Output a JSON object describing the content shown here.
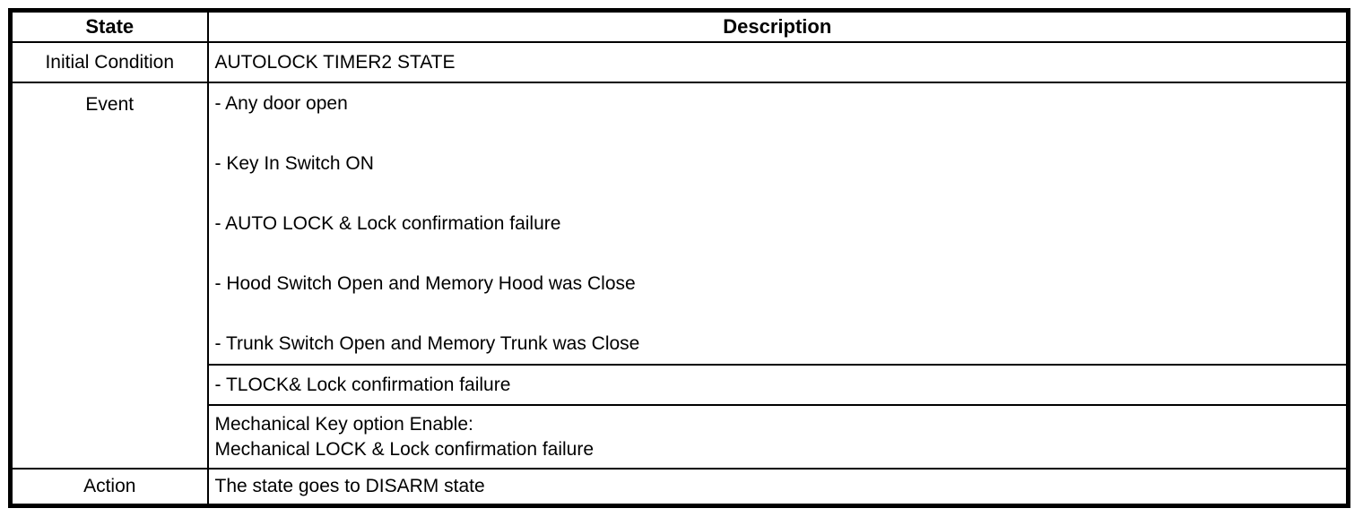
{
  "table": {
    "headers": {
      "state": "State",
      "description": "Description"
    },
    "rows": {
      "initial_condition": {
        "label": "Initial Condition",
        "value": "AUTOLOCK TIMER2 STATE"
      },
      "event": {
        "label": "Event",
        "bullets": [
          "- Any door open",
          "- Key In Switch ON",
          "- AUTO LOCK & Lock confirmation failure",
          "- Hood Switch Open and Memory Hood was Close",
          "- Trunk Switch Open and Memory Trunk was Close"
        ],
        "tlock": "- TLOCK& Lock confirmation failure",
        "mechanical_line1": "Mechanical Key option Enable:",
        "mechanical_line2": "Mechanical LOCK & Lock confirmation failure"
      },
      "action": {
        "label": "Action",
        "value": "The state goes to DISARM state"
      }
    }
  }
}
